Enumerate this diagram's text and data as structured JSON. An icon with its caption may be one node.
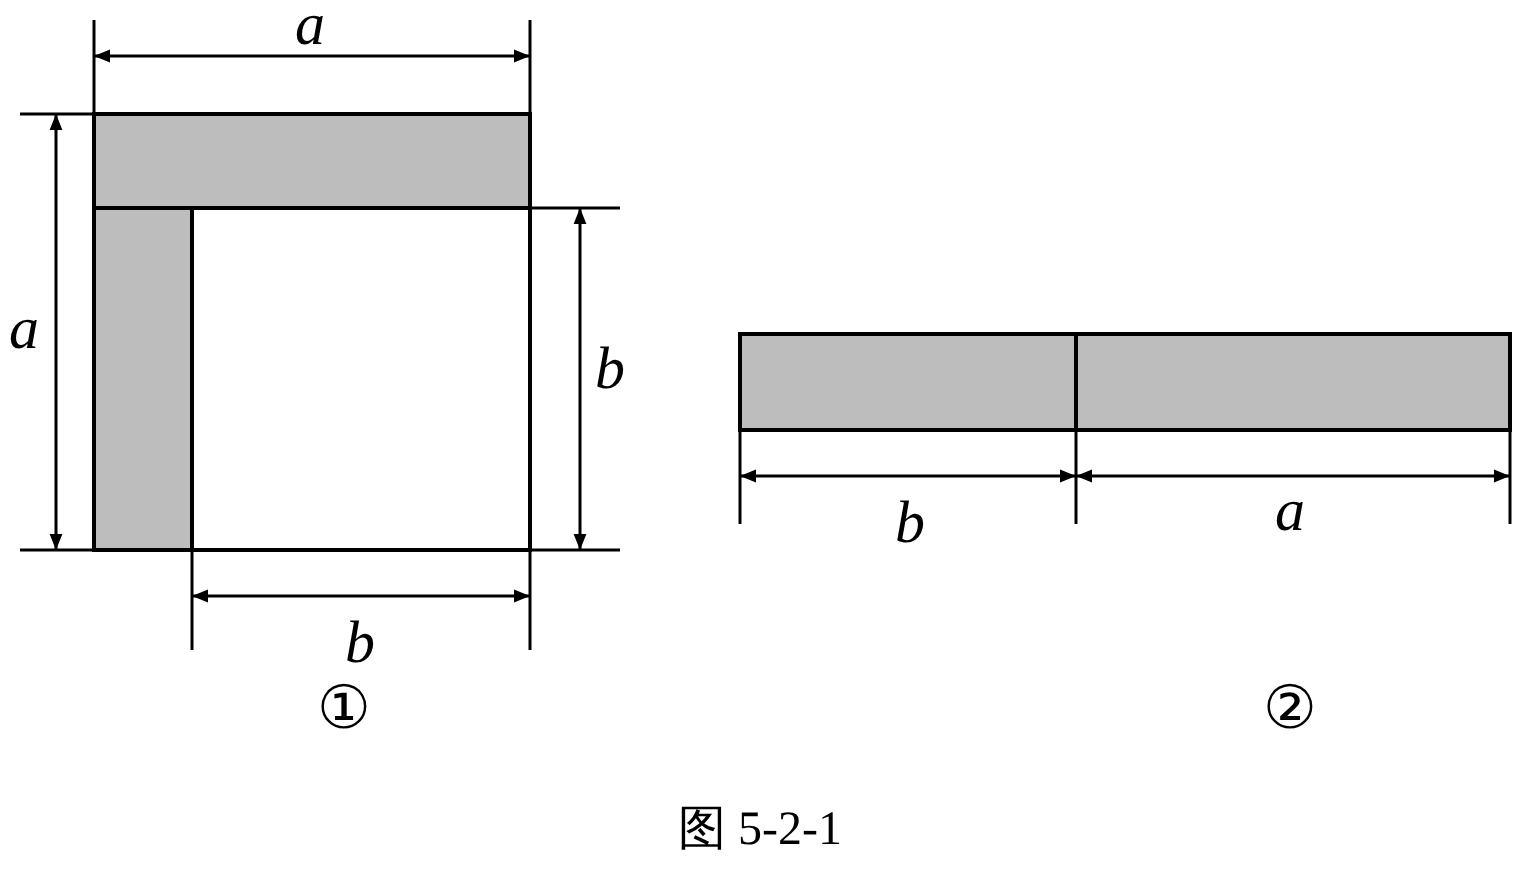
{
  "diagram": {
    "caption": "图 5-2-1",
    "labels": [
      "a",
      "a",
      "b",
      "b",
      "①",
      "b",
      "a",
      "②"
    ]
  }
}
